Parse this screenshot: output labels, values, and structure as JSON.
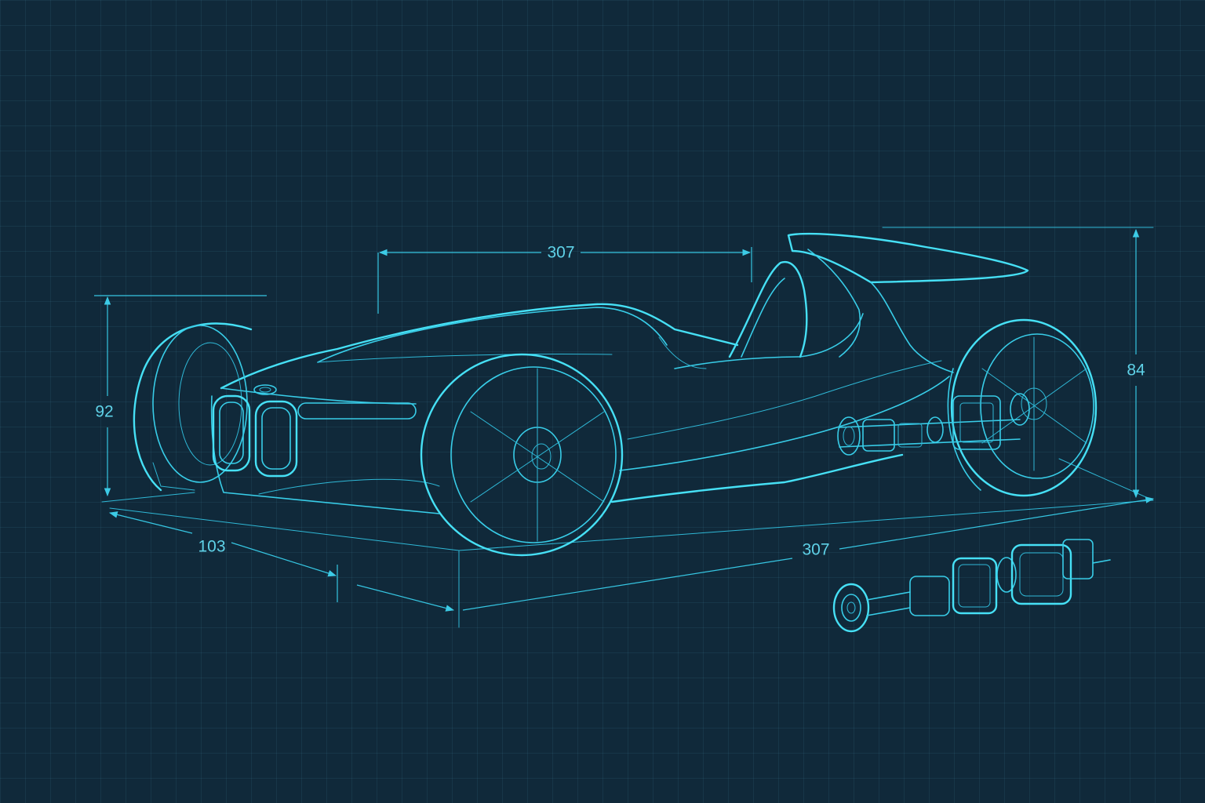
{
  "dimensions": {
    "wheelbase_top": "307",
    "front_height": "92",
    "rear_height": "84",
    "width": "103",
    "length": "307"
  },
  "colors": {
    "background": "#10293a",
    "grid": "#2a5066",
    "line": "#38cde8"
  }
}
